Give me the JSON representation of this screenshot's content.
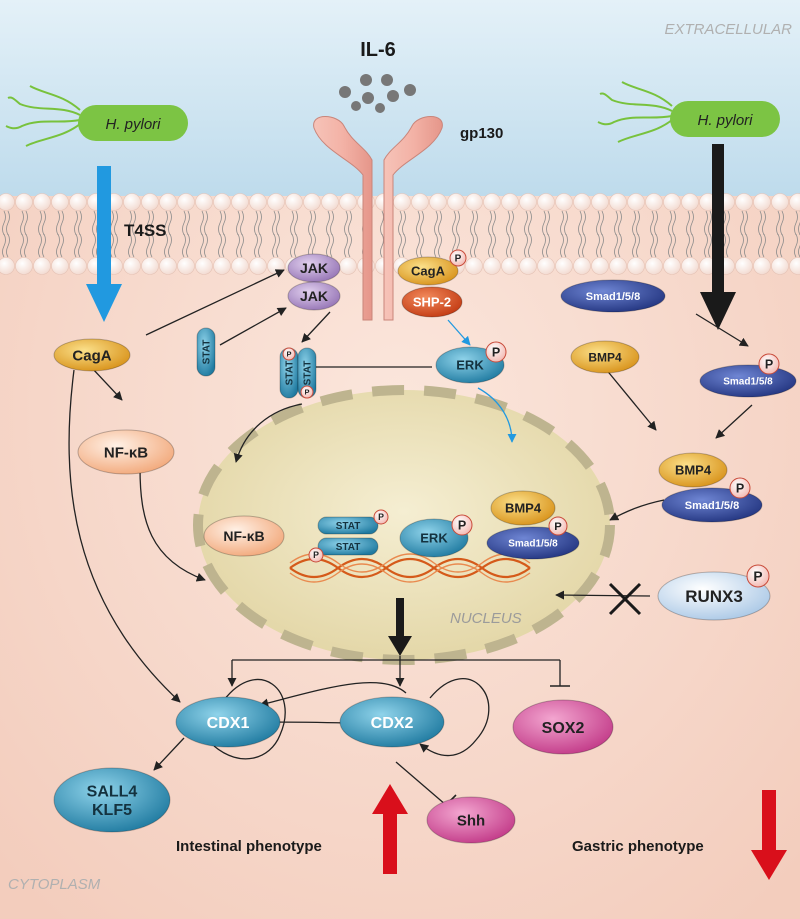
{
  "regions": {
    "extracellular": "EXTRACELLULAR",
    "cytoplasm": "CYTOPLASM",
    "nucleus": "NUCLEUS"
  },
  "ligand": "IL-6",
  "receptor": "gp130",
  "bacteria": {
    "left": "H. pylori",
    "right": "H. pylori"
  },
  "secretion_system": "T4SS",
  "phospho": "P",
  "molecules": {
    "jak_upper": "JAK",
    "jak_lower": "JAK",
    "caga_receptor": "CagA",
    "shp2": "SHP-2",
    "caga_cytoplasm": "CagA",
    "nfkb_cytoplasm": "NF-κB",
    "stat_single": "STAT",
    "stat_dimer_a": "STAT",
    "stat_dimer_b": "STAT",
    "erk_cytoplasm": "ERK",
    "smad_membrane": "Smad1/5/8",
    "smad_phospho": "Smad1/5/8",
    "bmp4_cytoplasm": "BMP4",
    "bmp4_complex": "BMP4",
    "smad_complex": "Smad1/5/8",
    "nfkb_nucleus": "NF-κB",
    "stat_nucleus_a": "STAT",
    "stat_nucleus_b": "STAT",
    "erk_nucleus": "ERK",
    "bmp4_nucleus": "BMP4",
    "smad_nucleus": "Smad1/5/8",
    "runx3": "RUNX3",
    "cdx1": "CDX1",
    "cdx2": "CDX2",
    "sox2": "SOX2",
    "shh": "Shh",
    "sall4": "SALL4",
    "klf5": "KLF5"
  },
  "phenotypes": {
    "intestinal": "Intestinal phenotype",
    "gastric": "Gastric phenotype"
  },
  "colors": {
    "extracellular_bg": "#cfe6f2",
    "cytoplasm_bg": "#f8dccf",
    "nucleus_fill": "#eadfb4",
    "nucleus_border": "#bdb38e",
    "caga_fill": "#e0a21c",
    "jak_fill": "#a488c0",
    "shp2_fill": "#d4461b",
    "erk_fill": "#2e87a8",
    "stat_fill": "#2a86a6",
    "smad_fill": "#2b3f8c",
    "cdx_fill": "#2781a3",
    "sox2_fill": "#cf4b93",
    "nfkb_fill": "#f3b38a",
    "arrow_blue": "#2199e0",
    "arrow_red": "#d90f1b",
    "bacterium": "#78c23c",
    "receptor": "#eea69a"
  }
}
